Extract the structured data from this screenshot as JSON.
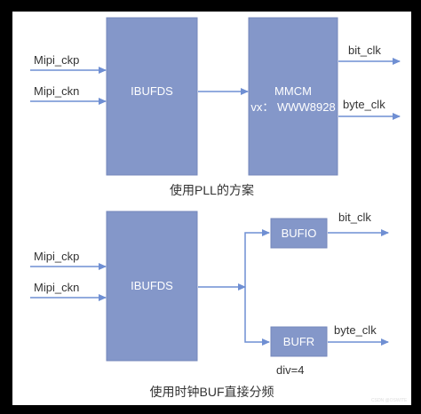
{
  "colors": {
    "block_fill": "#8497c9",
    "block_stroke": "#7487bb",
    "arrow": "#6f8fd3",
    "frame": "#000000"
  },
  "diagram_top": {
    "inputs": [
      "Mipi_ckp",
      "Mipi_ckn"
    ],
    "ibufds": "IBUFDS",
    "mmcm": "MMCM",
    "mmcm_note": "vx：  WWW8928",
    "outputs": [
      "bit_clk",
      "byte_clk"
    ],
    "caption": "使用PLL的方案"
  },
  "diagram_bottom": {
    "inputs": [
      "Mipi_ckp",
      "Mipi_ckn"
    ],
    "ibufds": "IBUFDS",
    "bufio": "BUFIO",
    "bufr": "BUFR",
    "bufr_note": "div=4",
    "outputs": [
      "bit_clk",
      "byte_clk"
    ],
    "caption": "使用时钟BUF直接分频"
  },
  "watermark": "CSDN @OSWITE"
}
